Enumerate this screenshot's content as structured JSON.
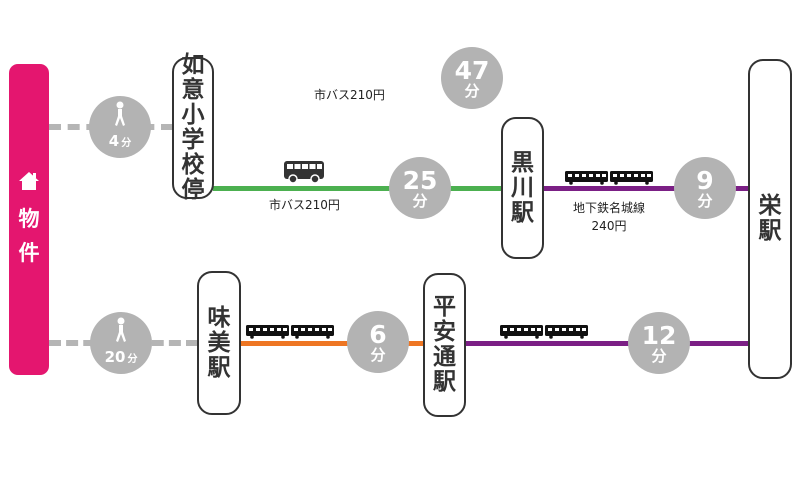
{
  "origin": {
    "icon": "house-icon",
    "label_chars": [
      "物",
      "件"
    ],
    "color": "#e4166f"
  },
  "stations": {
    "nyoi": {
      "name": "如意小学校停",
      "chars": [
        "如",
        "意",
        "小",
        "学",
        "校",
        "停"
      ]
    },
    "kurokawa": {
      "name": "黒川駅",
      "chars": [
        "黒",
        "川",
        "駅"
      ]
    },
    "sakae": {
      "name": "栄駅",
      "chars": [
        "栄",
        "駅"
      ]
    },
    "ajima": {
      "name": "味美駅",
      "chars": [
        "味",
        "美",
        "駅"
      ]
    },
    "heiandori": {
      "name": "平安通駅",
      "chars": [
        "平",
        "安",
        "通",
        "駅"
      ]
    }
  },
  "route1": {
    "walk": {
      "icon": "walking-person-icon",
      "minutes": "4",
      "unit": "分"
    },
    "bus": {
      "icon": "bus-icon",
      "label": "市バス210円",
      "minutes": "25",
      "unit": "分",
      "color": "#4cb050"
    },
    "total_label": "市バス210円",
    "total": {
      "minutes": "47",
      "unit": "分"
    },
    "subway": {
      "icon": "train-icon",
      "line": "地下鉄名城線",
      "fare": "240円",
      "minutes": "9",
      "unit": "分",
      "color": "#7b1f85"
    }
  },
  "route2": {
    "walk": {
      "icon": "walking-person-icon",
      "minutes": "20",
      "unit": "分"
    },
    "train1": {
      "icon": "train-icon",
      "minutes": "6",
      "unit": "分",
      "color": "#ee7623"
    },
    "train2": {
      "icon": "train-icon",
      "minutes": "12",
      "unit": "分",
      "color": "#7b1f85"
    }
  }
}
